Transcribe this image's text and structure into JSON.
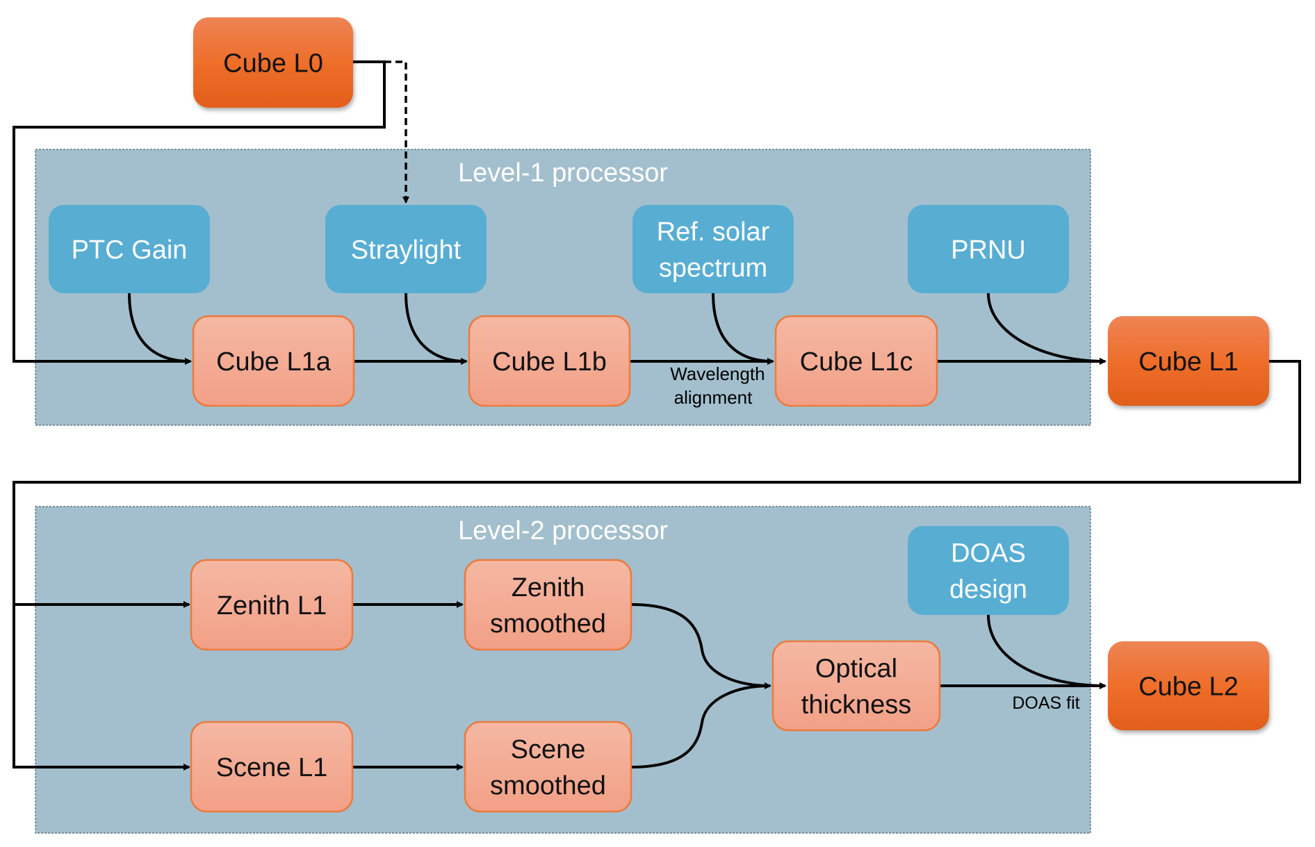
{
  "panels": {
    "level1": {
      "title": "Level-1 processor"
    },
    "level2": {
      "title": "Level-2 processor"
    }
  },
  "nodes": {
    "cube_l0": {
      "lines": [
        "Cube L0"
      ],
      "kind": "product"
    },
    "ptc_gain": {
      "lines": [
        "PTC Gain"
      ],
      "kind": "input"
    },
    "straylight": {
      "lines": [
        "Straylight"
      ],
      "kind": "input"
    },
    "ref_solar": {
      "lines": [
        "Ref. solar",
        "spectrum"
      ],
      "kind": "input"
    },
    "prnu": {
      "lines": [
        "PRNU"
      ],
      "kind": "input"
    },
    "cube_l1a": {
      "lines": [
        "Cube L1a"
      ],
      "kind": "intermediate"
    },
    "cube_l1b": {
      "lines": [
        "Cube L1b"
      ],
      "kind": "intermediate"
    },
    "cube_l1c": {
      "lines": [
        "Cube L1c"
      ],
      "kind": "intermediate"
    },
    "cube_l1": {
      "lines": [
        "Cube L1"
      ],
      "kind": "product"
    },
    "zenith_l1": {
      "lines": [
        "Zenith L1"
      ],
      "kind": "intermediate"
    },
    "zenith_smoothed": {
      "lines": [
        "Zenith",
        "smoothed"
      ],
      "kind": "intermediate"
    },
    "scene_l1": {
      "lines": [
        "Scene L1"
      ],
      "kind": "intermediate"
    },
    "scene_smoothed": {
      "lines": [
        "Scene",
        "smoothed"
      ],
      "kind": "intermediate"
    },
    "optical_thickness": {
      "lines": [
        "Optical",
        "thickness"
      ],
      "kind": "intermediate"
    },
    "doas_design": {
      "lines": [
        "DOAS",
        "design"
      ],
      "kind": "input"
    },
    "cube_l2": {
      "lines": [
        "Cube L2"
      ],
      "kind": "product"
    }
  },
  "edge_labels": {
    "wavelength": [
      "Wavelength",
      "alignment"
    ],
    "doas_fit": "DOAS fit"
  },
  "colors": {
    "product": "#E8681F",
    "intermediate": "#F3A88C",
    "input": "#58ADD3",
    "panel": "#A3BFCD"
  }
}
